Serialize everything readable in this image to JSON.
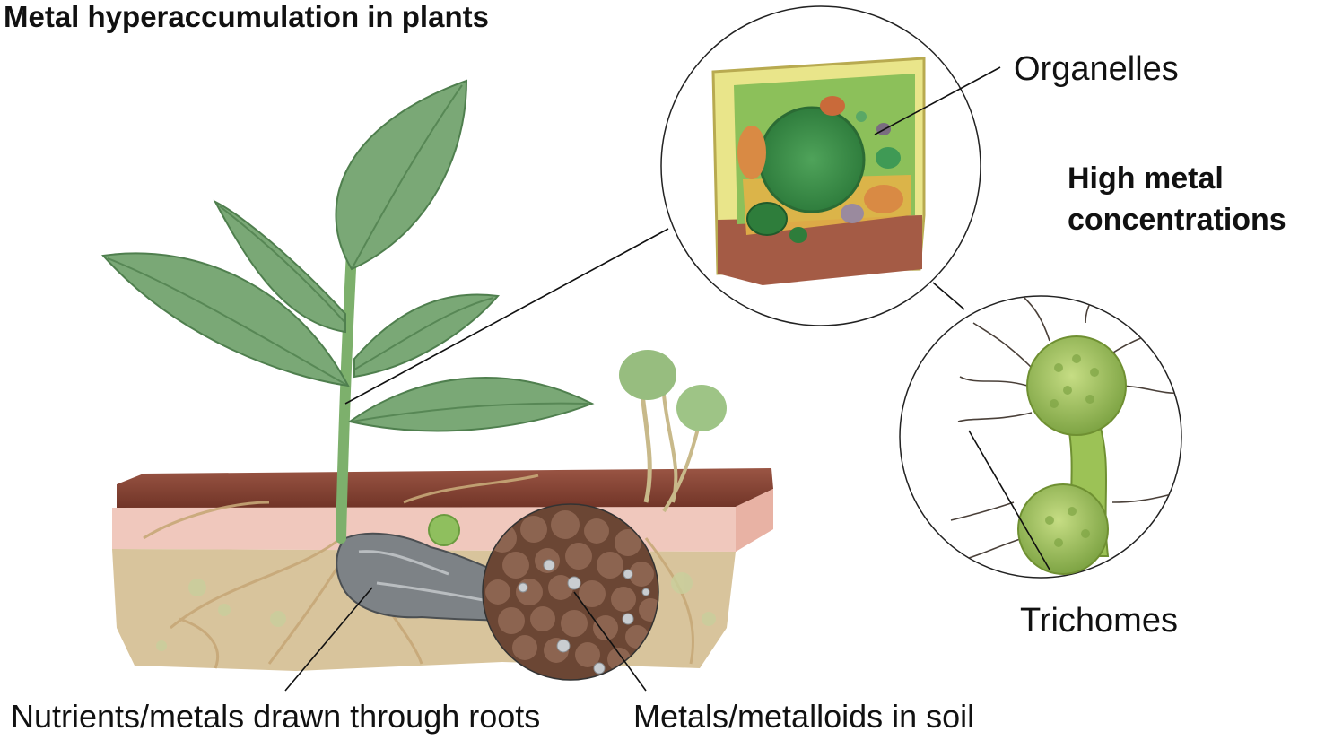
{
  "title": "Metal hyperaccumulation in plants",
  "labels": {
    "organelles": "Organelles",
    "high_metal_line1": "High metal",
    "high_metal_line2": "concentrations",
    "trichomes": "Trichomes",
    "nutrients": "Nutrients/metals drawn through roots",
    "soil_metals": "Metals/metalloids in soil"
  },
  "colors": {
    "leaf": "#7aa876",
    "leaf_dark": "#4f7f4e",
    "soil_top": "#8a4a3a",
    "soil_pink": "#f1c9c0",
    "soil_base": "#d7c49c",
    "cell_green": "#8cc05a",
    "trichome_green": "#9cc256",
    "metal_gray": "#7d8286"
  }
}
